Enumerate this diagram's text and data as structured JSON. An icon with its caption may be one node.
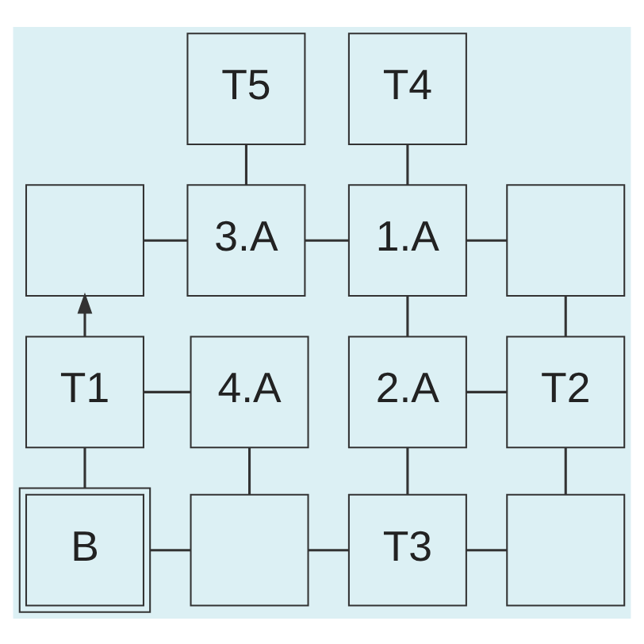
{
  "diagram": {
    "nodes": [
      {
        "text": [
          "T5"
        ]
      },
      {
        "text": [
          "T4"
        ]
      },
      {
        "text": [],
        "shape": "box"
      },
      {
        "text": [
          "3.A"
        ]
      },
      {
        "text": [
          "1.A"
        ]
      },
      {
        "text": [],
        "shape": "box"
      },
      {
        "text": [
          "T1"
        ]
      },
      {
        "text": [
          "4.A"
        ]
      },
      {
        "text": [
          "2.A"
        ]
      },
      {
        "text": [
          "T2"
        ]
      },
      {
        "text": [
          "B"
        ]
      },
      {
        "text": [],
        "shape": "box"
      },
      {
        "text": [
          "T3"
        ]
      },
      {
        "text": [],
        "shape": "box"
      }
    ],
    "edges": [
      {
        "from": 0,
        "to": 3,
        "arrow": "none"
      },
      {
        "from": 1,
        "to": 4,
        "arrow": "none"
      },
      {
        "from": 2,
        "to": 3,
        "arrow": "none"
      },
      {
        "from": 3,
        "to": 4,
        "arrow": "none"
      },
      {
        "from": 4,
        "to": 5,
        "arrow": "none"
      },
      {
        "from": 6,
        "to": 2,
        "arrow": "to"
      },
      {
        "from": 4,
        "to": 8,
        "arrow": "none"
      },
      {
        "from": 5,
        "to": 9,
        "arrow": "none"
      },
      {
        "from": 6,
        "to": 7,
        "arrow": "none"
      },
      {
        "from": 8,
        "to": 9,
        "arrow": "none"
      },
      {
        "from": 6,
        "to": 10,
        "arrow": "none"
      },
      {
        "from": 7,
        "to": 11,
        "arrow": "none"
      },
      {
        "from": 8,
        "to": 12,
        "arrow": "none"
      },
      {
        "from": 9,
        "to": 13,
        "arrow": "none"
      },
      {
        "from": 10,
        "to": 11,
        "arrow": "none"
      },
      {
        "from": 11,
        "to": 12,
        "arrow": "none"
      },
      {
        "from": 12,
        "to": 13,
        "arrow": "none"
      }
    ]
  }
}
